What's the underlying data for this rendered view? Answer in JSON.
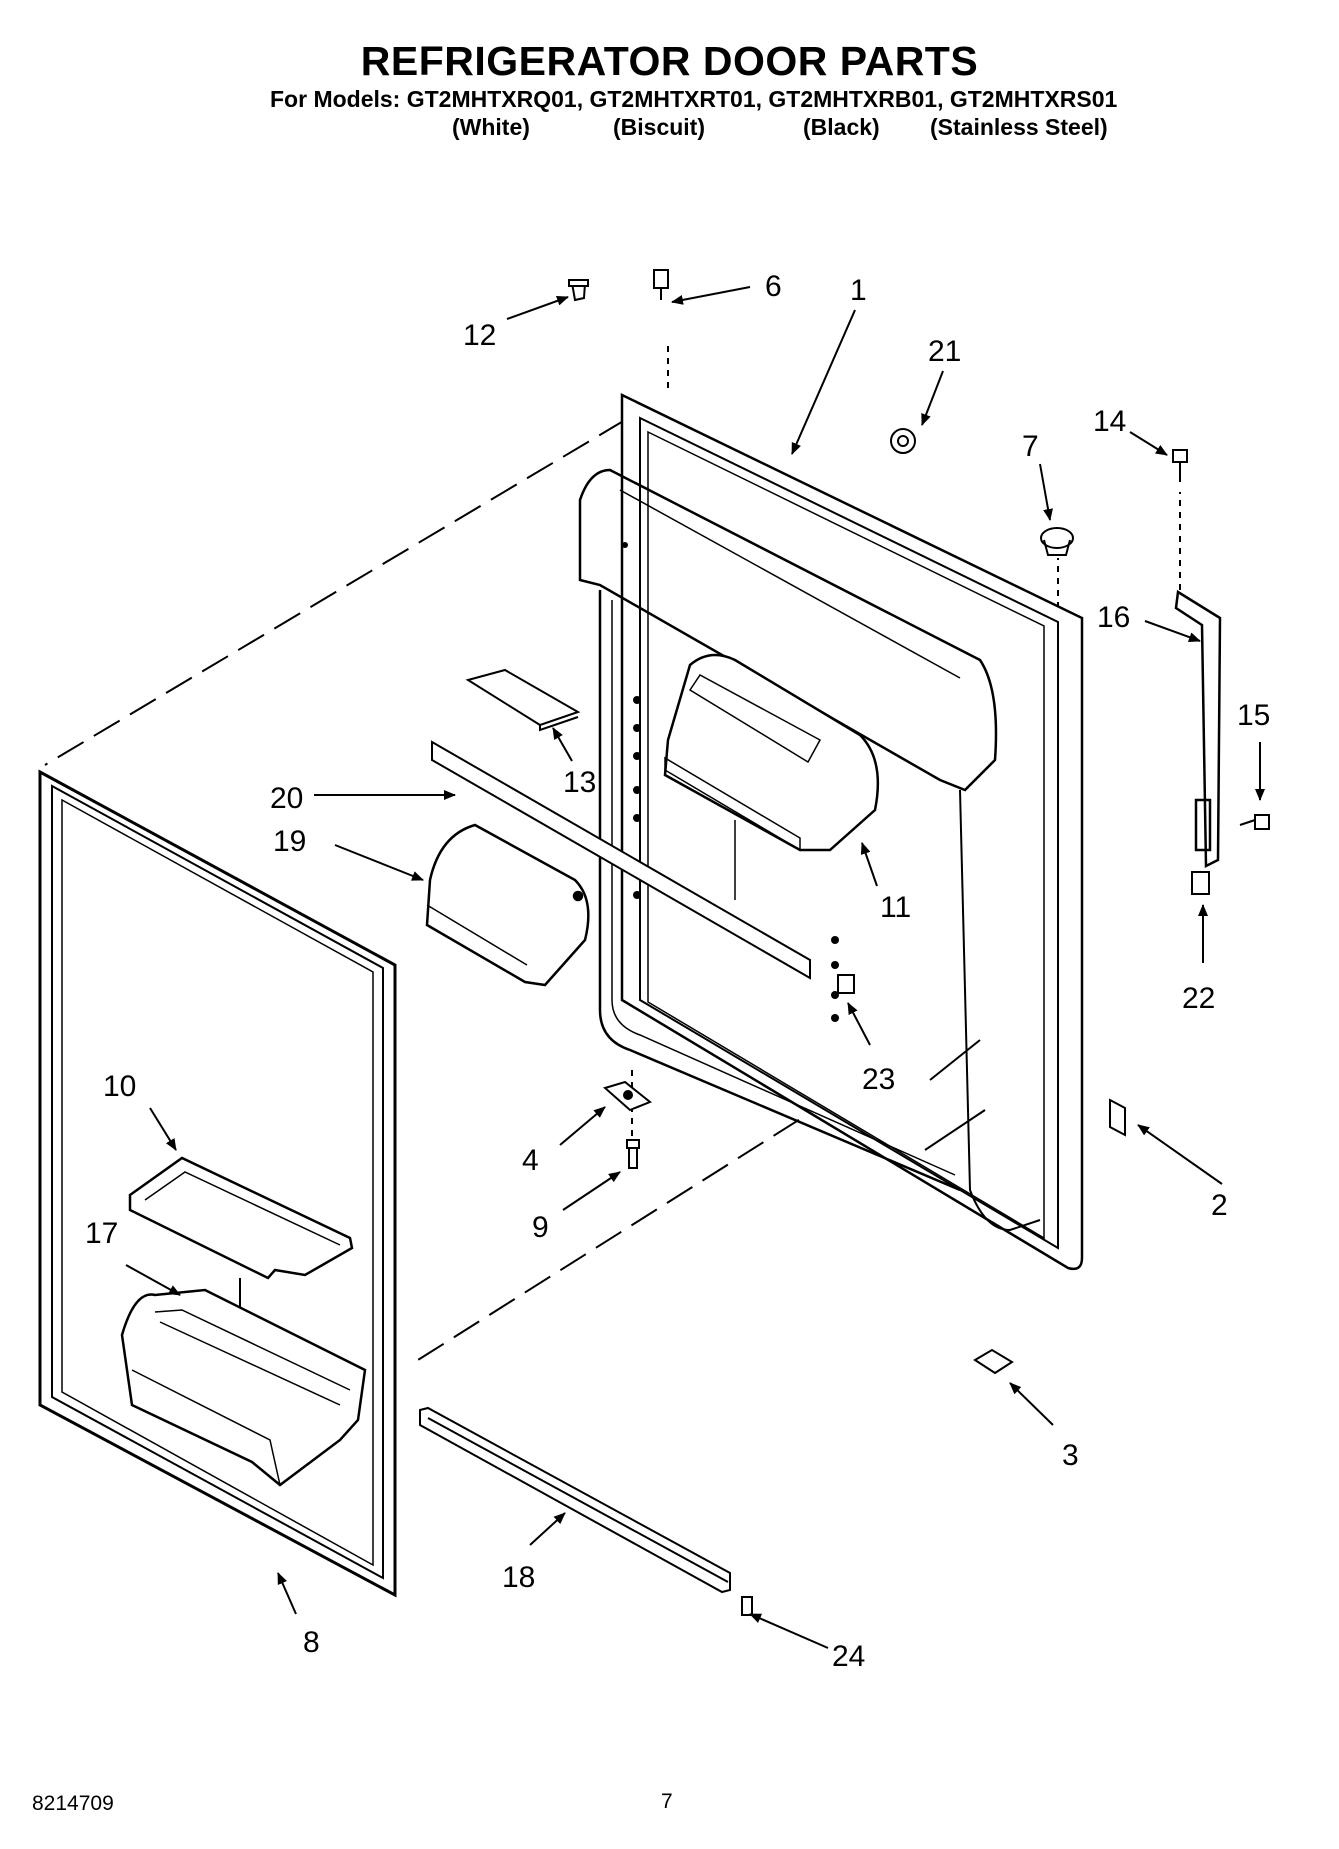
{
  "header": {
    "title": "REFRIGERATOR DOOR PARTS",
    "models_line": "For Models: GT2MHTXRQ01, GT2MHTXRT01, GT2MHTXRB01, GT2MHTXRS01",
    "colors": [
      "(White)",
      "(Biscuit)",
      "(Black)",
      "(Stainless Steel)"
    ]
  },
  "callouts": [
    "1",
    "2",
    "3",
    "4",
    "6",
    "7",
    "8",
    "9",
    "10",
    "11",
    "12",
    "13",
    "14",
    "15",
    "16",
    "17",
    "18",
    "19",
    "20",
    "21",
    "22",
    "23",
    "24"
  ],
  "footer": {
    "doc_number": "8214709",
    "page_number": "7"
  }
}
